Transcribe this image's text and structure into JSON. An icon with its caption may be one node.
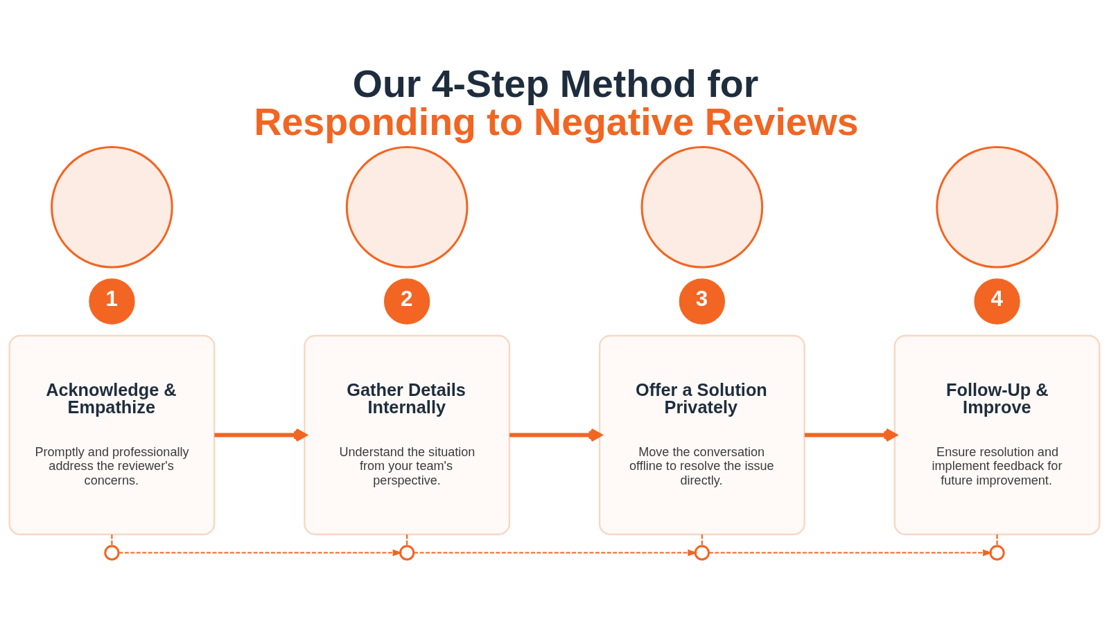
{
  "diagram": {
    "title": "Our 4-Step Method for Responding to Negative Reviews",
    "nodes": [
      {
        "text": [],
        "shape": "circle"
      },
      {
        "text": [
          "1"
        ]
      },
      {
        "text": [
          "Acknowledge & Empathize",
          "Promptly and professionally address the reviewer's concerns."
        ]
      },
      {
        "text": [],
        "shape": "circle"
      },
      {
        "text": [
          "2"
        ]
      },
      {
        "text": [
          "Gather Details Internally",
          "Understand the situation from your team's perspective."
        ]
      },
      {
        "text": [],
        "shape": "circle"
      },
      {
        "text": [
          "3"
        ]
      },
      {
        "text": [
          "Offer a Solution Privately",
          "Move the conversation offline to resolve the issue directly."
        ]
      },
      {
        "text": [],
        "shape": "circle"
      },
      {
        "text": [
          "4"
        ]
      },
      {
        "text": [
          "Follow-Up & Improve",
          "Ensure resolution and implement feedback for future improvement."
        ]
      },
      {
        "text": [],
        "shape": "circle"
      },
      {
        "text": [],
        "shape": "circle"
      },
      {
        "text": [],
        "shape": "circle"
      },
      {
        "text": [],
        "shape": "circle"
      }
    ],
    "edges": [
      {
        "from": 2,
        "to": 5,
        "arrow": "to",
        "style": "thick"
      },
      {
        "from": 5,
        "to": 8,
        "arrow": "to",
        "style": "thick"
      },
      {
        "from": 8,
        "to": 11,
        "arrow": "to",
        "style": "thick"
      },
      {
        "from": 2,
        "to": 12,
        "arrow": "none",
        "style": "dashed"
      },
      {
        "from": 5,
        "to": 13,
        "arrow": "none",
        "style": "dashed"
      },
      {
        "from": 8,
        "to": 14,
        "arrow": "none",
        "style": "dashed"
      },
      {
        "from": 11,
        "to": 15,
        "arrow": "none",
        "style": "dashed"
      },
      {
        "from": 12,
        "to": 13,
        "arrow": "to",
        "style": "dashed"
      },
      {
        "from": 13,
        "to": 14,
        "arrow": "to",
        "style": "dashed"
      },
      {
        "from": 14,
        "to": 15,
        "arrow": "to",
        "style": "dashed"
      }
    ]
  }
}
